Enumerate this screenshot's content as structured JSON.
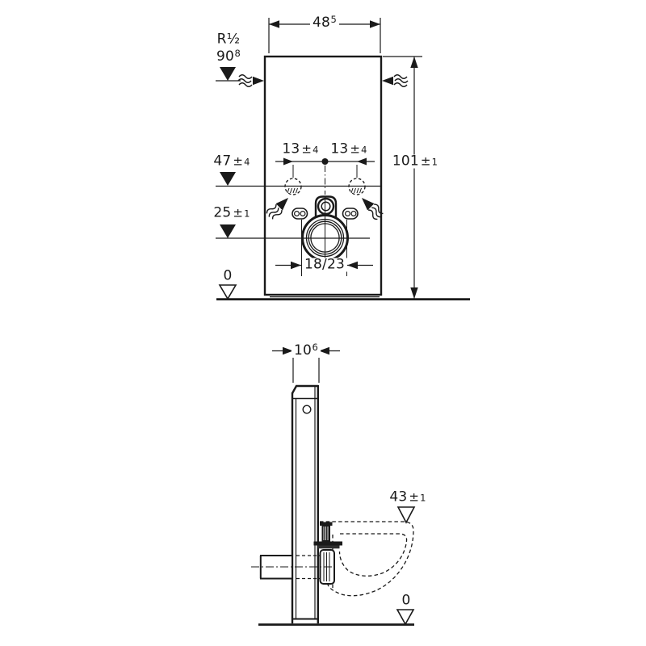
{
  "colors": {
    "line": "#1a1a1a",
    "background": "#ffffff"
  },
  "front_view": {
    "width": {
      "main": "48",
      "sup": "5"
    },
    "supply_radius": "R½",
    "supply_height": {
      "main": "90",
      "sup": "8"
    },
    "inlet_height": {
      "main": "47",
      "pm": "±",
      "tol": "4"
    },
    "offset_left": {
      "main": "13",
      "pm": "±",
      "tol": "4"
    },
    "offset_right": {
      "main": "13",
      "pm": "±",
      "tol": "4"
    },
    "total_height": {
      "main": "101",
      "pm": "±",
      "tol": "1"
    },
    "outlet_height": {
      "main": "25",
      "pm": "±",
      "tol": "1"
    },
    "outlet_offset": "18/23",
    "floor_level": "0"
  },
  "side_view": {
    "depth": {
      "main": "10",
      "sup": "6"
    },
    "bowl_height": {
      "main": "43",
      "pm": "±",
      "tol": "1"
    },
    "floor_level": "0"
  }
}
